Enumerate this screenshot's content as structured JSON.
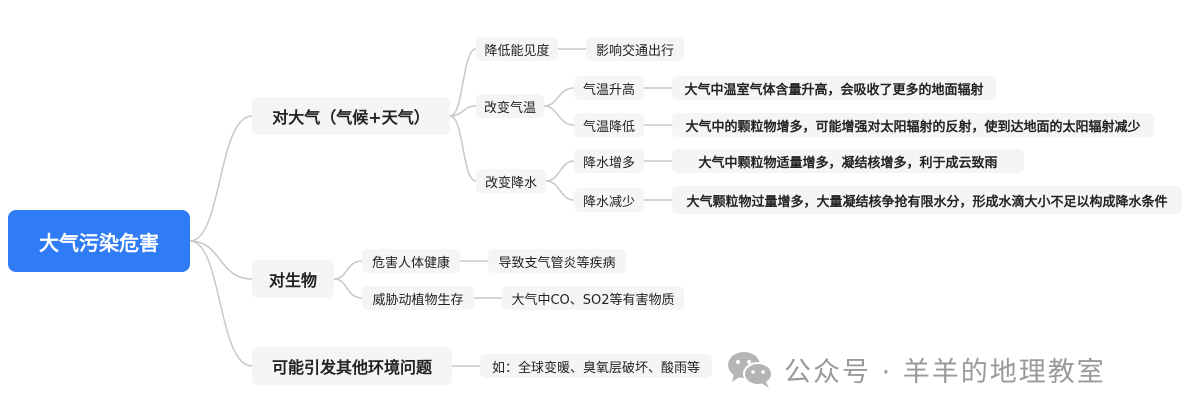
{
  "root": {
    "label": "大气污染危害"
  },
  "branches": {
    "atmosphere": {
      "label": "对大气（气候+天气）",
      "visibility": {
        "label": "降低能见度",
        "effect": "影响交通出行"
      },
      "temperature": {
        "label": "改变气温",
        "rise": {
          "label": "气温升高",
          "reason": "大气中温室气体含量升高，会吸收了更多的地面辐射"
        },
        "fall": {
          "label": "气温降低",
          "reason": "大气中的颗粒物增多，可能增强对太阳辐射的反射，使到达地面的太阳辐射减少"
        }
      },
      "precipitation": {
        "label": "改变降水",
        "increase": {
          "label": "降水增多",
          "reason": "大气中颗粒物适量增多，凝结核增多，利于成云致雨"
        },
        "decrease": {
          "label": "降水减少",
          "reason": "大气颗粒物过量增多，大量凝结核争抢有限水分，形成水滴大小不足以构成降水条件"
        }
      }
    },
    "organisms": {
      "label": "对生物",
      "health": {
        "label": "危害人体健康",
        "effect": "导致支气管炎等疾病"
      },
      "survival": {
        "label": "威胁动植物生存",
        "effect": "大气中CO、SO2等有害物质"
      }
    },
    "other": {
      "label": "可能引发其他环境问题",
      "examples": "如：全球变暖、臭氧层破坏、酸雨等"
    }
  },
  "watermark": {
    "text": "公众号 · 羊羊的地理教室",
    "icon": "wechat-icon"
  },
  "colors": {
    "root": "#2f7cf6",
    "node": "#f5f5f5",
    "connector": "#c8c8c8",
    "watermark": "#9a9a9a"
  }
}
